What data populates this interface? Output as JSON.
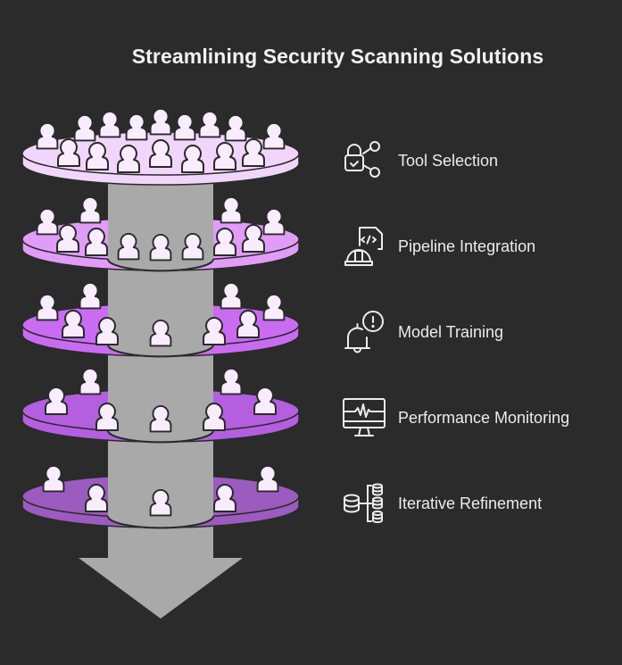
{
  "title": "Streamlining Security Scanning Solutions",
  "colors": {
    "background": "#2b2b2b",
    "column": "#a9a9a9",
    "outline": "#2a2a2a",
    "person_fill": "#f8ecfd",
    "text": "#ececec"
  },
  "stages": [
    {
      "label": "Tool Selection",
      "icon": "lock-network-icon",
      "disk_color": "#f2d5fb",
      "people_count": 17
    },
    {
      "label": "Pipeline Integration",
      "icon": "hardhat-code-icon",
      "disk_color": "#e19cf8",
      "people_count": 12
    },
    {
      "label": "Model Training",
      "icon": "bell-alert-icon",
      "disk_color": "#c96cf2",
      "people_count": 9
    },
    {
      "label": "Performance Monitoring",
      "icon": "monitor-pulse-icon",
      "disk_color": "#b45fe0",
      "people_count": 7
    },
    {
      "label": "Iterative Refinement",
      "icon": "database-hierarchy-icon",
      "disk_color": "#9c5bbf",
      "people_count": 5
    }
  ]
}
